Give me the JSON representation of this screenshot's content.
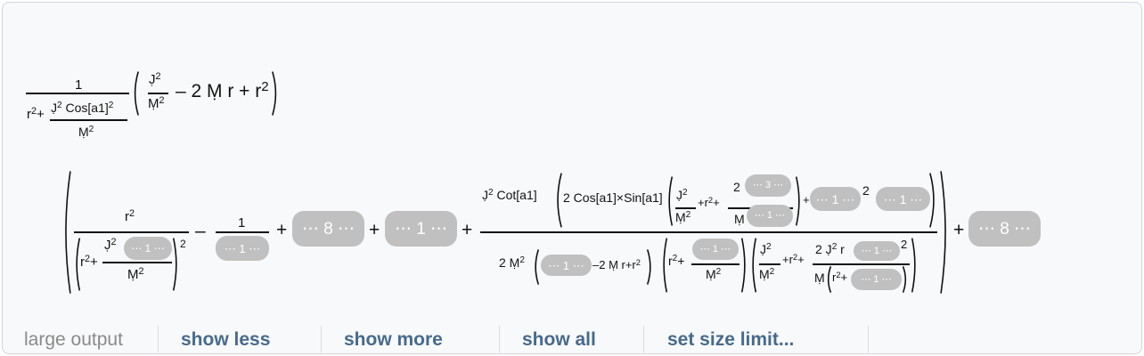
{
  "expression": {
    "prefactor": {
      "num": "1",
      "den_left": "r^2+",
      "den_frac_num": "J̣^2 Cos[a1]^2",
      "den_frac_den": "Ṃ^2",
      "paren_frac_num": "J̣^2",
      "paren_frac_den": "Ṃ^2",
      "paren_rest": "– 2 Ṃ r + r^2"
    },
    "term1": {
      "num": "r^2",
      "den_left": "r^2+",
      "den_frac_num": "J̣^2",
      "den_frac_den": "Ṃ^2",
      "den_exp": "2"
    },
    "minus": "–",
    "plus": "+",
    "term2": {
      "num": "1"
    },
    "term5": {
      "num_prefix": "J̣^2 Cot[a1]",
      "num_inner": "2 Cos[a1]×Sin[a1]",
      "frac_a_num": "J̣^2",
      "frac_a_den": "Ṃ^2",
      "mid_plus": "+r^2+",
      "frac_b_num": "2",
      "frac_b_den": "Ṃ",
      "small_plus": "+",
      "exp2": "2",
      "den_prefix": "2 Ṃ^2",
      "den_p1_rest": "–2 Ṃ r+r^2",
      "den_p2_left": "r^2+",
      "den_p2_frac_den": "Ṃ^2",
      "den_p3_frac_num": "J̣^2",
      "den_p3_frac_den": "Ṃ^2",
      "den_p3_plus": "+r^2+",
      "den_p3_frac2_num": "2 J̣^2 r",
      "den_p3_frac2_den_left": "Ṃ",
      "den_p3_frac2_den_inner": "r^2+"
    },
    "elided": {
      "one": "⋯ 1 ⋯",
      "three": "⋯ 3 ⋯",
      "eight": "⋯ 8 ⋯"
    }
  },
  "footer": {
    "label": "large output",
    "show_less": "show less",
    "show_more": "show more",
    "show_all": "show all",
    "set_size_limit": "set size limit..."
  }
}
